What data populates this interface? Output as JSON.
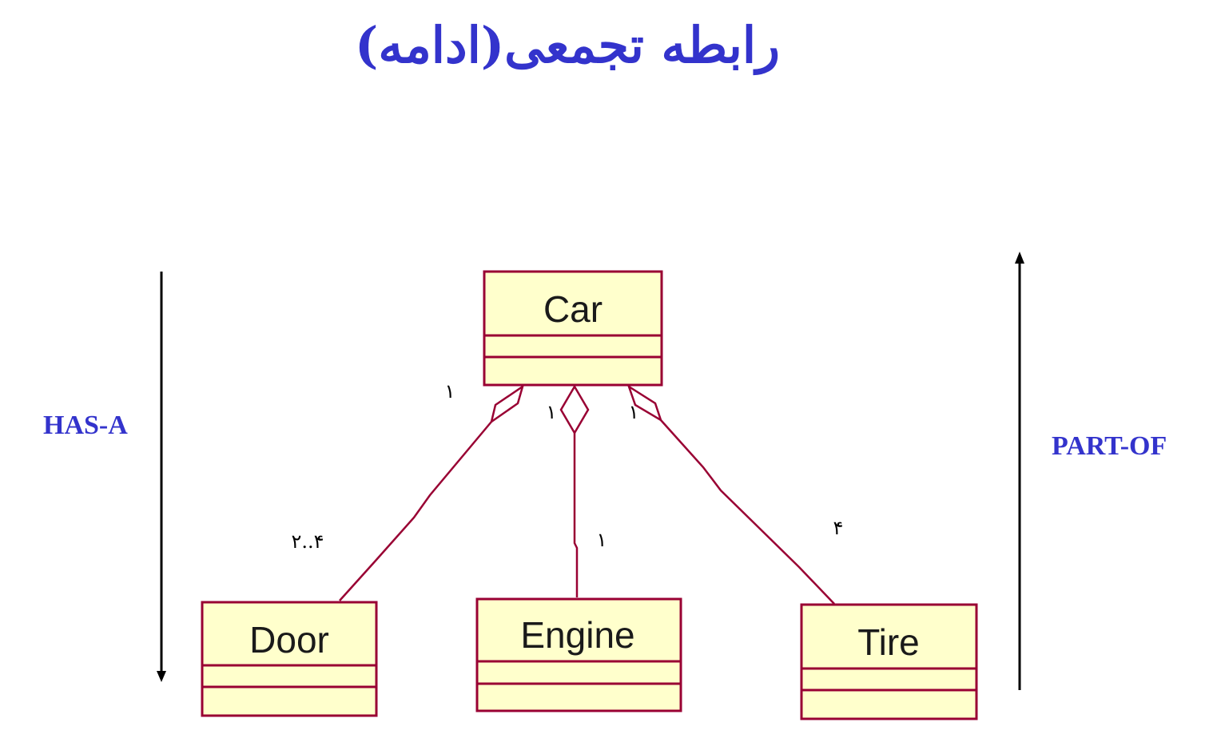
{
  "title": "رابطه تجمعی(ادامه)",
  "left_label": "HAS-A",
  "right_label": "PART-OF",
  "classes": {
    "car": "Car",
    "door": "Door",
    "engine": "Engine",
    "tire": "Tire"
  },
  "multiplicities": {
    "car_door": "۱",
    "car_engine": "۱",
    "car_tire": "۱",
    "door": "۲..۴",
    "engine": "۱",
    "tire": "۴"
  },
  "colors": {
    "title": "#3333cc",
    "class_fill": "#ffffcc",
    "class_border": "#990033",
    "labels": "#3333cc"
  }
}
